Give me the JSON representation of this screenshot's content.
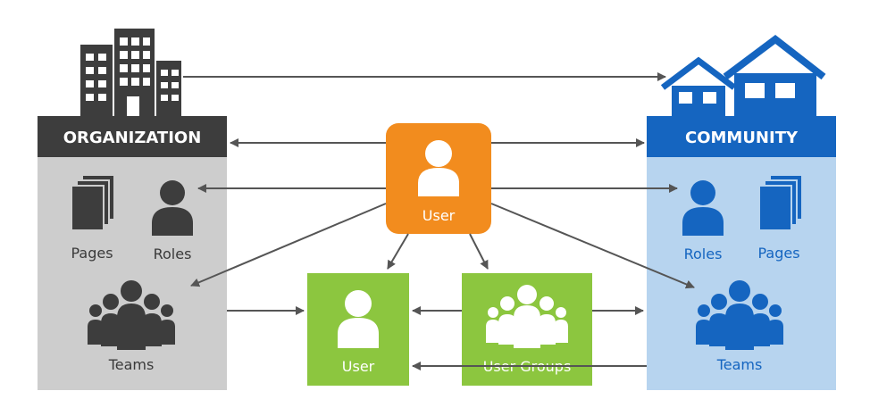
{
  "organization": {
    "title": "ORGANIZATION",
    "items": {
      "pages": "Pages",
      "roles": "Roles",
      "teams": "Teams"
    }
  },
  "community": {
    "title": "COMMUNITY",
    "items": {
      "roles": "Roles",
      "pages": "Pages",
      "teams": "Teams"
    }
  },
  "center": {
    "user_top": "User",
    "user_bottom": "User",
    "user_groups": "User Groups"
  },
  "colors": {
    "org_dark": "#3d3d3d",
    "org_panel": "#cdcdcd",
    "community_blue": "#1565c0",
    "community_panel": "#b7d4ef",
    "user_orange": "#f28c1e",
    "user_green": "#8cc63f",
    "arrow": "#555555"
  },
  "icons": [
    "building-icon",
    "houses-icon",
    "pages-icon",
    "role-icon",
    "team-icon",
    "user-icon",
    "user-groups-icon"
  ]
}
